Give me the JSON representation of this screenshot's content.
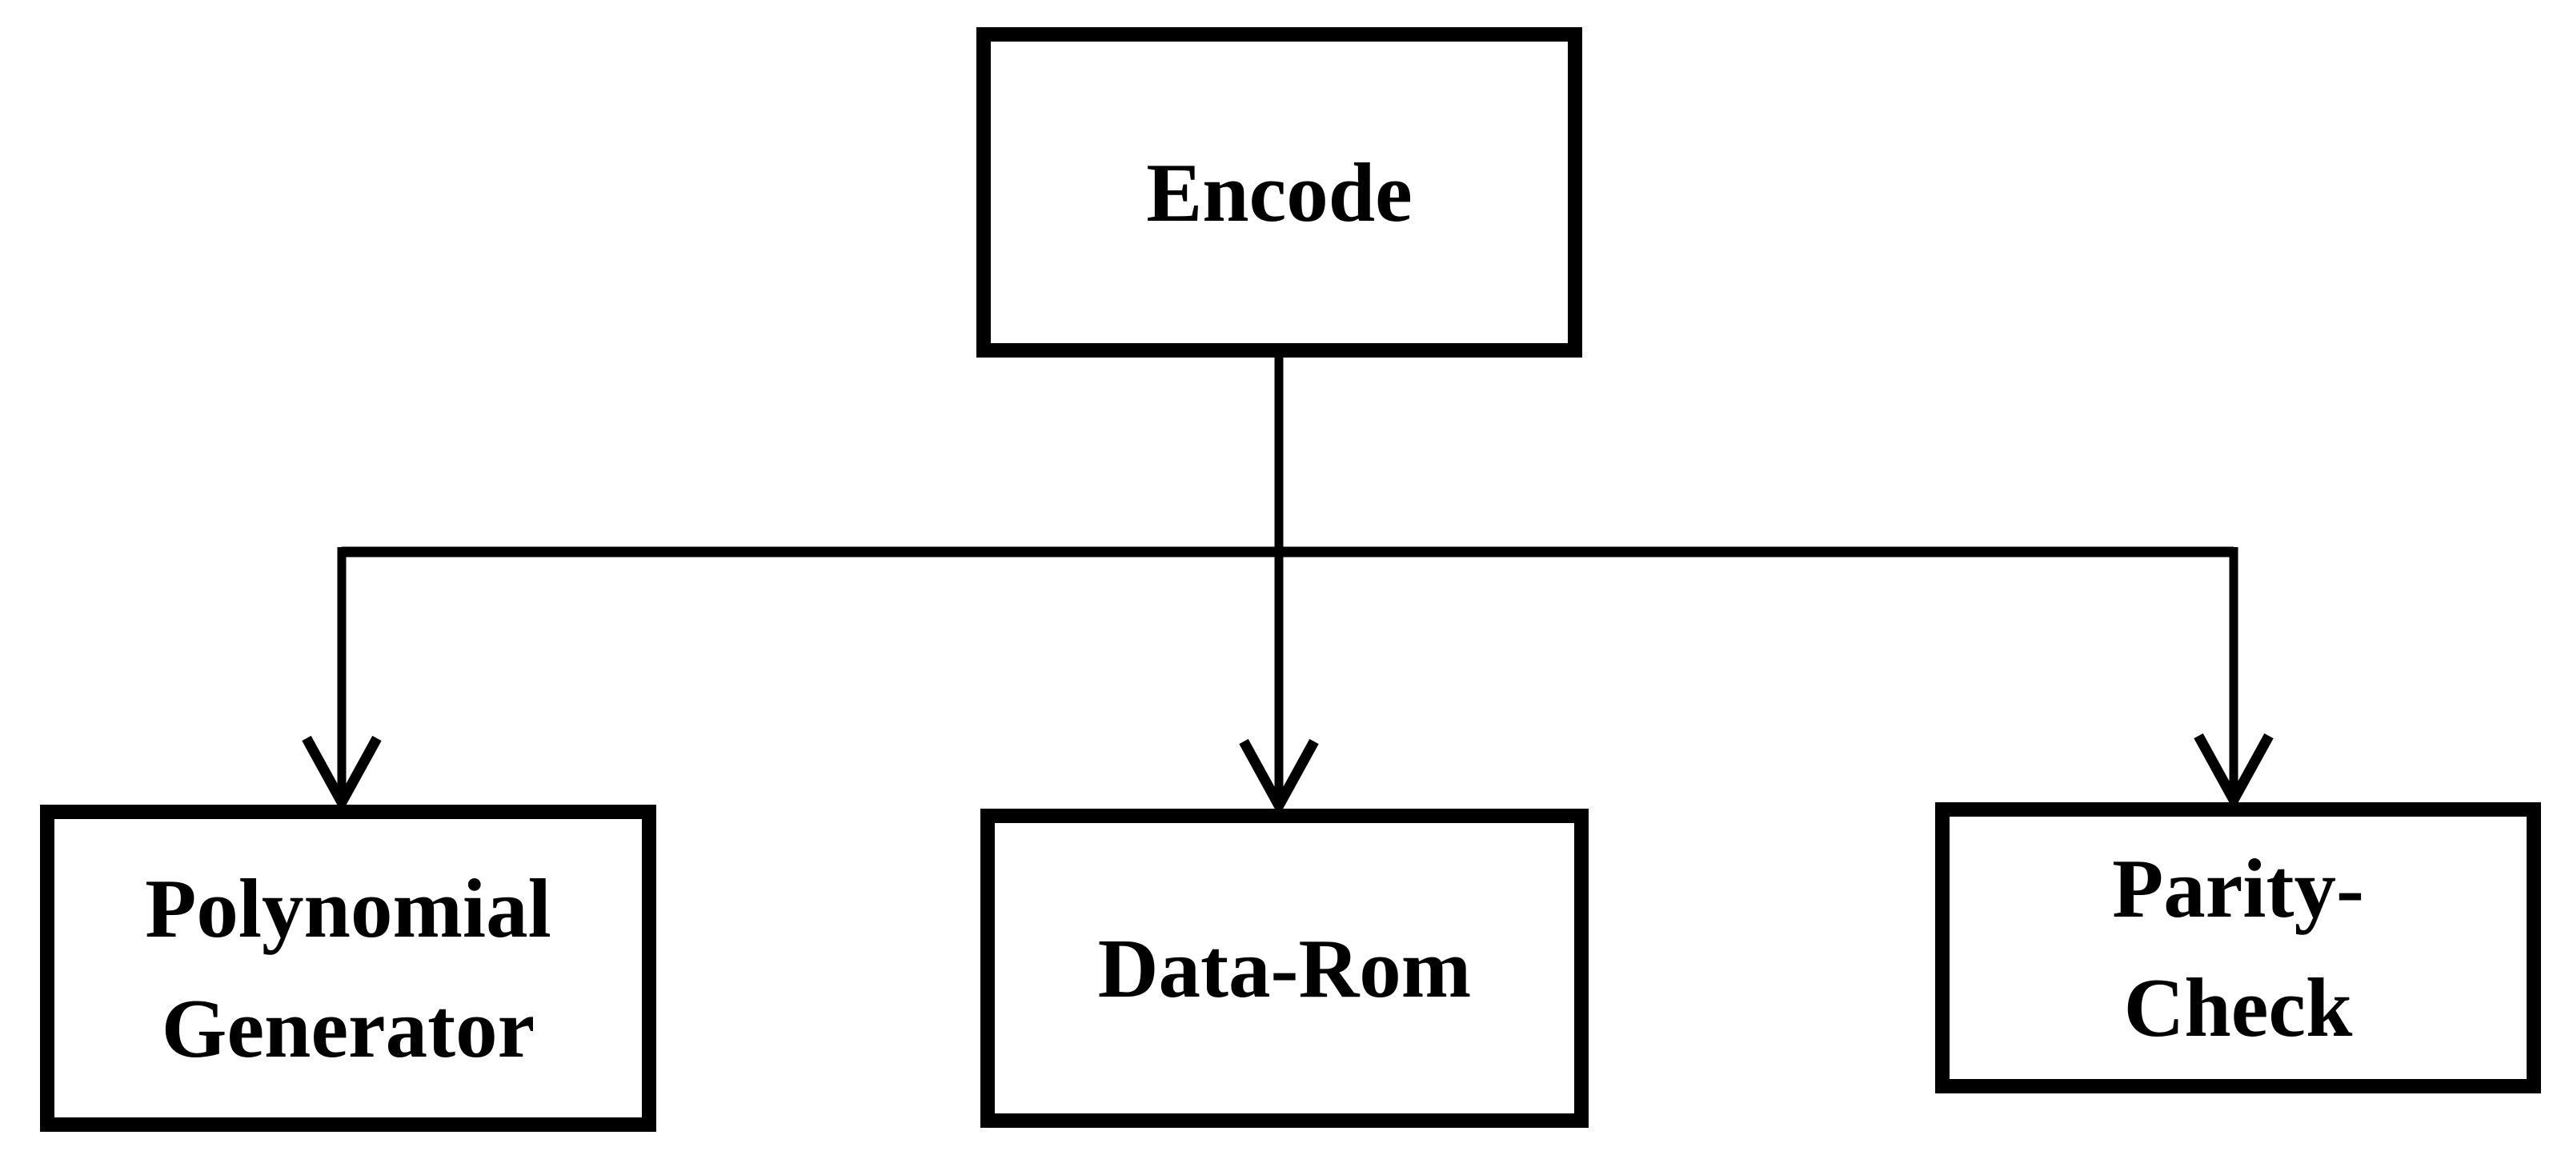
{
  "colors": {
    "stroke": "#000000",
    "background": "#ffffff",
    "text": "#000000"
  },
  "nodes": {
    "root": {
      "label": "Encode",
      "lines": [
        "Encode"
      ]
    },
    "child1": {
      "label": "Polynomial Generator",
      "lines": [
        "Polynomial",
        "Generator"
      ]
    },
    "child2": {
      "label": "Data-Rom",
      "lines": [
        "Data-Rom"
      ]
    },
    "child3": {
      "label": "Parity-Check",
      "lines": [
        "Parity-",
        "Check"
      ]
    }
  }
}
